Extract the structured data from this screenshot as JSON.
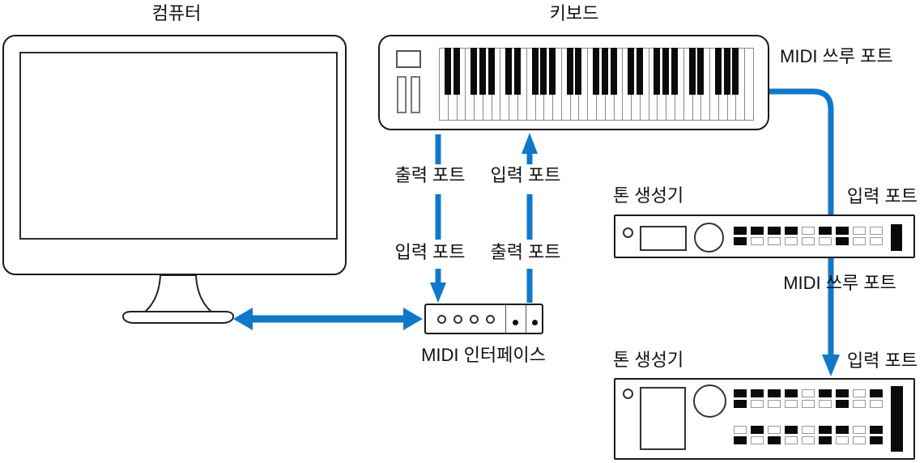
{
  "colors": {
    "accent_blue": "#1178C9",
    "outline": "#1a1a1a"
  },
  "labels": {
    "computer": "컴퓨터",
    "keyboard": "키보드",
    "midi_thru_port_top": "MIDI 쓰루 포트",
    "midi_thru_port_mid": "MIDI 쓰루 포트",
    "midi_interface": "MIDI 인터페이스",
    "keyboard_out_port": "출력 포트",
    "keyboard_in_port": "입력 포트",
    "interface_in_port": "입력 포트",
    "interface_out_port": "출력 포트",
    "tone_generator_1": "톤 생성기",
    "tone_generator_1_in_port": "입력 포트",
    "tone_generator_2": "톤 생성기",
    "tone_generator_2_in_port": "입력 포트"
  },
  "keyboard": {
    "white_key_count": 36,
    "octave_start": "C"
  },
  "midi_interface": {
    "port_circle_count": 4,
    "jack_dot_count": 2
  },
  "tone_generator_1": {
    "buttons": [
      [
        1,
        1,
        1,
        1,
        0,
        1,
        1,
        0,
        0
      ],
      [
        1,
        0,
        0,
        0,
        0,
        0,
        1,
        0,
        0
      ]
    ]
  },
  "tone_generator_2": {
    "buttons_top": [
      [
        1,
        1,
        1,
        1,
        0,
        1,
        1,
        0,
        1
      ],
      [
        1,
        0,
        0,
        0,
        0,
        0,
        1,
        0,
        0
      ]
    ],
    "buttons_bottom": [
      [
        0,
        1,
        0,
        1,
        0,
        1,
        1,
        0,
        1
      ],
      [
        1,
        0,
        1,
        0,
        0,
        1,
        0,
        0,
        1
      ]
    ]
  }
}
